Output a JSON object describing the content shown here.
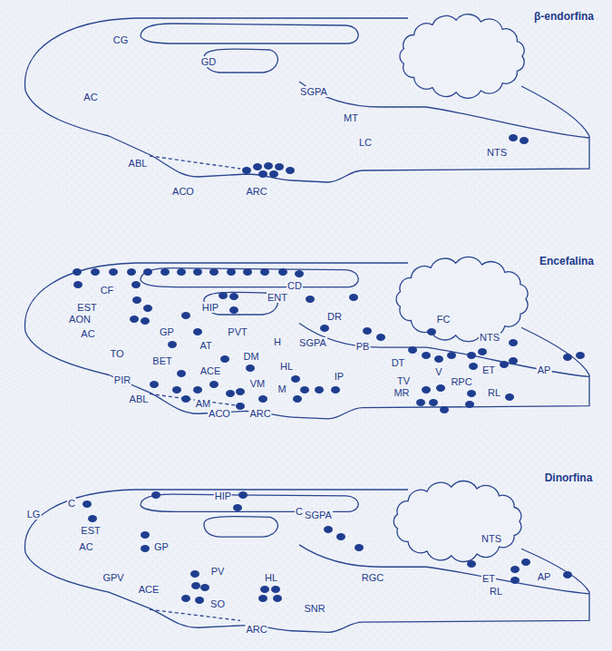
{
  "diagram": {
    "labels": [
      "β-endorfina",
      "CG",
      "GD",
      "AC",
      "SGPA",
      "MT",
      "LC",
      "NTS",
      "ABL",
      "ARC",
      "ACO",
      "Encefalina",
      "CF",
      "CD",
      "ENT",
      "HIP",
      "AON",
      "EST",
      "AC",
      "GP",
      "PVT",
      "H",
      "DR",
      "FC",
      "SGPA",
      "PB",
      "NTS",
      "TO",
      "AT",
      "DM",
      "HL",
      "BET",
      "ACE",
      "VM",
      "PIR",
      "M",
      "IP",
      "DT",
      "V",
      "ET",
      "AP",
      "TV",
      "RPC",
      "MR",
      "RL",
      "ABL",
      "AM",
      "ACO",
      "ARC",
      "Dinorfina",
      "LG",
      "C",
      "C",
      "HIP",
      "EST",
      "AC",
      "GP",
      "SGPA",
      "NTS",
      "GPV",
      "PV",
      "HL",
      "ACE",
      "SO",
      "RGC",
      "ET",
      "AP",
      "RL",
      "SNR",
      "ARC"
    ]
  }
}
